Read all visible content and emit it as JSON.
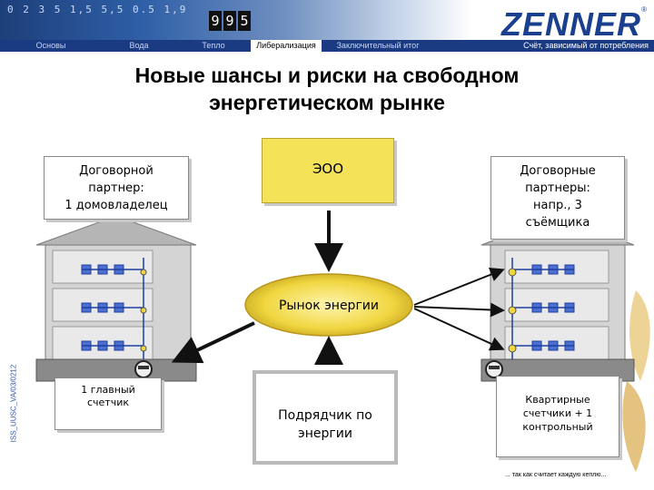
{
  "header": {
    "logo": "ZENNER",
    "logo_mark": "®",
    "counter_digits": [
      "9",
      "9",
      "5"
    ],
    "bg_digits": "0 2 3 5 1,5 5,5 0.5 1,9"
  },
  "nav": {
    "items": [
      "Основы",
      "Вода",
      "Тепло",
      "Либерализация",
      "Заключительный итог"
    ],
    "active_index": 3,
    "right_label": "Счёт, зависимый от потребления"
  },
  "title": {
    "line1": "Новые шансы и риски на свободном",
    "line2": "энергетическом рынке"
  },
  "boxes": {
    "left_partner": [
      "Договорной",
      "партнер:",
      "1 домовладелец"
    ],
    "eoo": "ЭОО",
    "right_partners": [
      "Договорные",
      "партнеры:",
      "напр., 3",
      "съёмщика"
    ],
    "energy_market": "Рынок энергии",
    "main_meter": [
      "1 главный",
      "счетчик"
    ],
    "supplier": [
      "Подрядчик по",
      "энергии"
    ],
    "apartment_meters": [
      "Квартирные",
      "счетчики + 1",
      "контрольный"
    ]
  },
  "footnote": "... так как считает каждую кеплю...",
  "side_code": "ISS_UUSC_VA/03/0212",
  "colors": {
    "nav_bg": "#1a3a82",
    "eoo_fill": "#f4e259",
    "market_fill": "#f0d640",
    "roof": "#b5b5b5",
    "building": "#cfcfcf",
    "pipe": "#1f3fa0",
    "arrow": "#111111"
  }
}
